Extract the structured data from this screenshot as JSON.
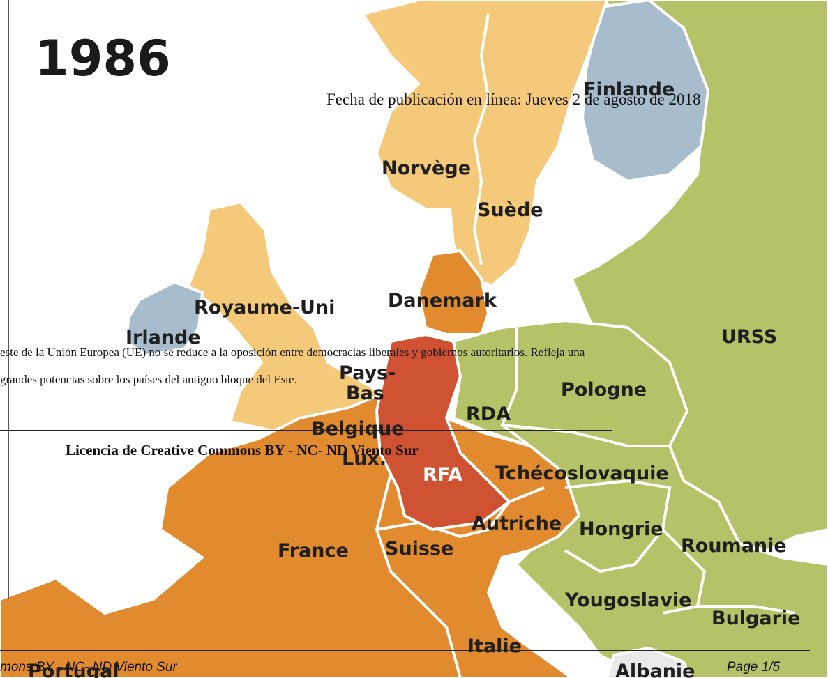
{
  "map": {
    "year": "1986",
    "colors": {
      "sea": "#ffffff",
      "west_light": "#f5c97a",
      "west_orange": "#e28a2e",
      "rfa": "#cf5233",
      "east_green": "#b5c267",
      "neutral_blue": "#a7bccd",
      "border": "#ffffff",
      "frame": "#555555"
    },
    "countries": {
      "finlande": "Finlande",
      "norvege": "Norvège",
      "suede": "Suède",
      "royaume_uni": "Royaume-Uni",
      "irlande": "Irlande",
      "danemark": "Danemark",
      "urss": "URSS",
      "pays_bas_1": "Pays-",
      "pays_bas_2": "Bas",
      "pologne": "Pologne",
      "rda": "RDA",
      "belgique": "Belgique",
      "lux": "Lux.",
      "rfa": "RFA",
      "tchecoslovaquie": "Tchécoslovaquie",
      "autriche": "Autriche",
      "hongrie": "Hongrie",
      "roumanie": "Roumanie",
      "france": "France",
      "suisse": "Suisse",
      "yougoslavie": "Yougoslavie",
      "bulgarie": "Bulgarie",
      "italie": "Italie",
      "portugal": "Portugal",
      "albanie": "Albanie"
    }
  },
  "doc": {
    "pub_date": "Fecha de publicación en línea: Jueves 2 de agosto de 2018",
    "body_line1": "este de la Unión Europea (UE) no se reduce a la oposición entre democracias liberales y gobiernos autoritarios. Refleja una",
    "body_line2": "grandes potencias sobre los países del antiguo bloque del Este.",
    "license": "Licencia de Creative Commons BY - NC- ND Viento Sur",
    "footer_left": "mons BY - NC- ND Viento Sur",
    "footer_right": "Page 1/5"
  }
}
